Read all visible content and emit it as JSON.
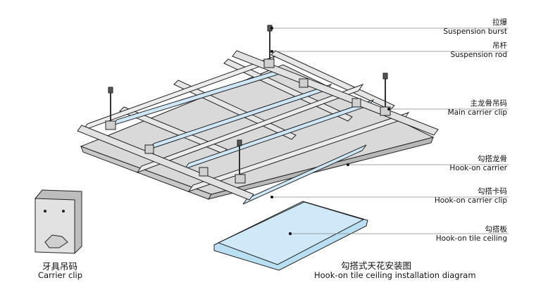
{
  "labels": [
    {
      "zh": "拉爆",
      "en": "Suspension burst"
    },
    {
      "zh": "吊杆",
      "en": "Suspension rod"
    },
    {
      "zh": "主龙骨吊码",
      "en": "Main carrier clip"
    },
    {
      "zh": "勾搭龙骨",
      "en": "Hook-on carrier"
    },
    {
      "zh": "勾搭卡码",
      "en": "Hook-on carrier clip"
    },
    {
      "zh": "勾搭板",
      "en": "Hook-on tile ceiling"
    }
  ],
  "carrier_clip": {
    "zh": "牙具吊码",
    "en": "Carrier clip"
  },
  "caption": {
    "zh": "勾搭式天花安装图",
    "en": "Hook-on tile ceiling installation diagram"
  },
  "colors": {
    "panel": "#d9d9d9",
    "channel": "#e8e8e8",
    "carrier_blue": "#cfe8f7",
    "tile_blue": "#cfe9f8",
    "line": "#222222",
    "leader": "#888888"
  }
}
